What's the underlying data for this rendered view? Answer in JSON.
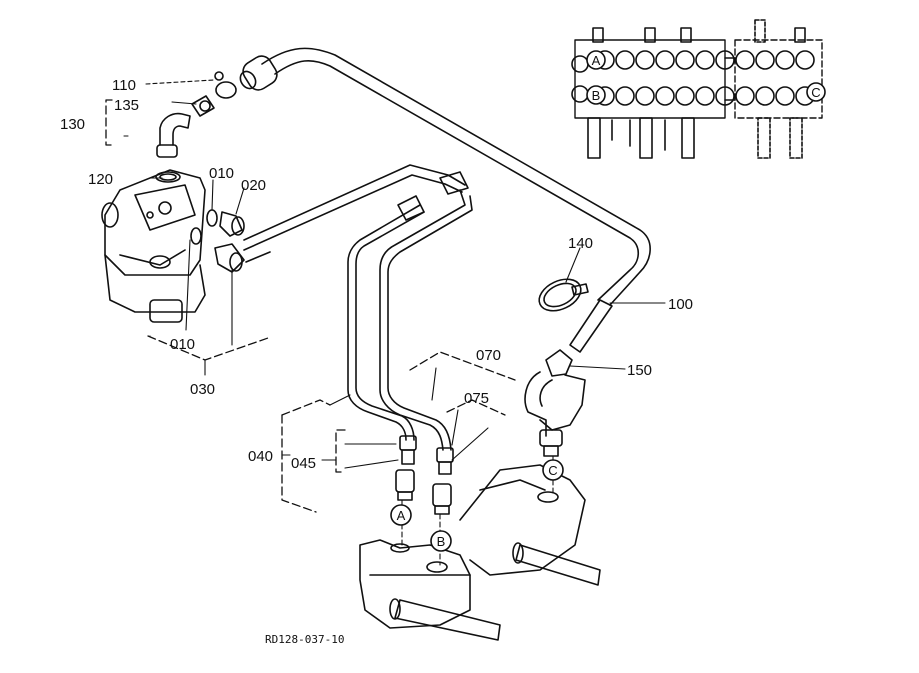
{
  "diagram": {
    "drawing_code": "RD128-037-10",
    "part_labels": {
      "p110": "110",
      "p135": "135",
      "p130": "130",
      "p120": "120",
      "p010a": "010",
      "p020": "020",
      "p010b": "010",
      "p030": "030",
      "p140": "140",
      "p100": "100",
      "p150": "150",
      "p070": "070",
      "p075": "075",
      "p040": "040",
      "p045": "045"
    },
    "port_labels": {
      "a": "A",
      "b": "B",
      "c": "C"
    },
    "inset_port_labels": {
      "a": "A",
      "b": "B",
      "c": "C"
    }
  }
}
